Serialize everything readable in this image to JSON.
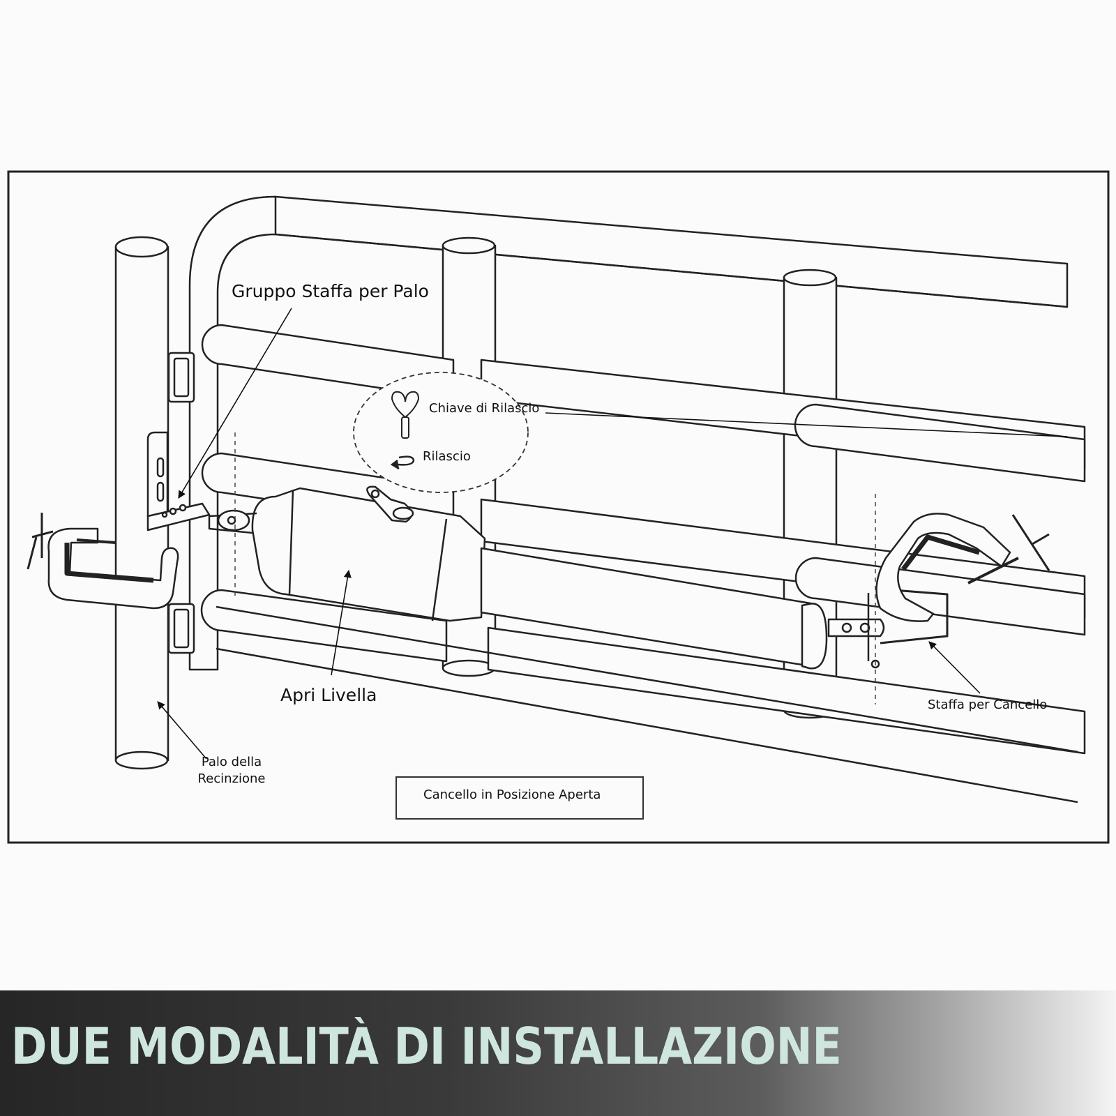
{
  "labels": {
    "pole_bracket": "Gruppo Staffa per Palo",
    "release_key": "Chiave di Rilascio",
    "release": "Rilascio",
    "opener": "Apri Livella",
    "gate_bracket": "Staffa per Cancello",
    "fence_post_line1": "Palo della",
    "fence_post_line2": "Recinzione",
    "gate_position": "Cancello in Posizione Aperta"
  },
  "banner": {
    "title": "DUE MODALITÀ DI INSTALLAZIONE"
  }
}
